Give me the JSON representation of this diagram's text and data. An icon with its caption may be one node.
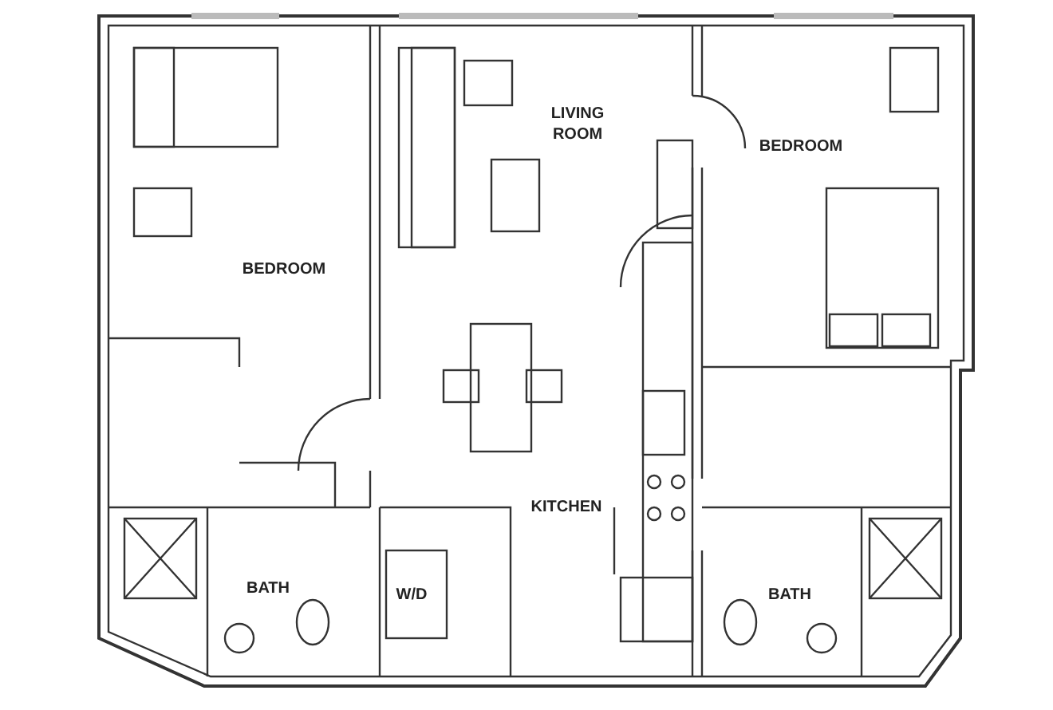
{
  "diagram": {
    "labels": [
      "LIVING ROOM",
      "BEDROOM",
      "BEDROOM",
      "KITCHEN",
      "BATH",
      "W/D",
      "BATH"
    ]
  }
}
